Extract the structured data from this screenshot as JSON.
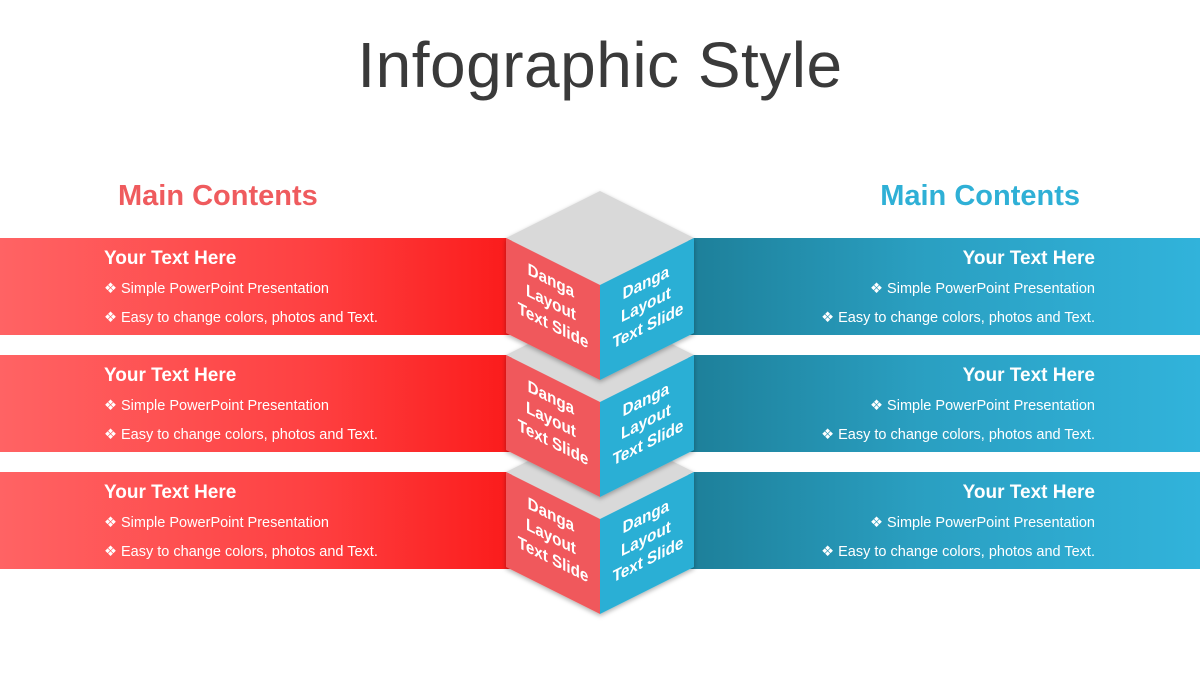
{
  "title": "Infographic Style",
  "left_heading": "Main Contents",
  "right_heading": "Main Contents",
  "colors": {
    "red_accent": "#ef5b5e",
    "blue_accent": "#2fb0d6",
    "cube_top": "#d9d9d9",
    "cube_left": "#f0595c",
    "cube_right": "#2aafd5"
  },
  "bullet_icon": "diamond-bullet-icon",
  "bullet_glyph": "❖",
  "rows": [
    {
      "left": {
        "title": "Your Text Here",
        "line1": "Simple PowerPoint Presentation",
        "line2": "Easy to change colors, photos and Text."
      },
      "right": {
        "title": "Your Text Here",
        "line1": "Simple PowerPoint Presentation",
        "line2": "Easy to change colors, photos and Text."
      },
      "cube": {
        "left_face": [
          "Danga",
          "Layout",
          "Text Slide"
        ],
        "right_face": [
          "Danga",
          "Layout",
          "Text Slide"
        ]
      }
    },
    {
      "left": {
        "title": "Your Text Here",
        "line1": "Simple PowerPoint Presentation",
        "line2": "Easy to change colors, photos and Text."
      },
      "right": {
        "title": "Your Text Here",
        "line1": "Simple PowerPoint Presentation",
        "line2": "Easy to change colors, photos and Text."
      },
      "cube": {
        "left_face": [
          "Danga",
          "Layout",
          "Text Slide"
        ],
        "right_face": [
          "Danga",
          "Layout",
          "Text Slide"
        ]
      }
    },
    {
      "left": {
        "title": "Your Text Here",
        "line1": "Simple PowerPoint Presentation",
        "line2": "Easy to change colors, photos and Text."
      },
      "right": {
        "title": "Your Text Here",
        "line1": "Simple PowerPoint Presentation",
        "line2": "Easy to change colors, photos and Text."
      },
      "cube": {
        "left_face": [
          "Danga",
          "Layout",
          "Text Slide"
        ],
        "right_face": [
          "Danga",
          "Layout",
          "Text Slide"
        ]
      }
    }
  ]
}
